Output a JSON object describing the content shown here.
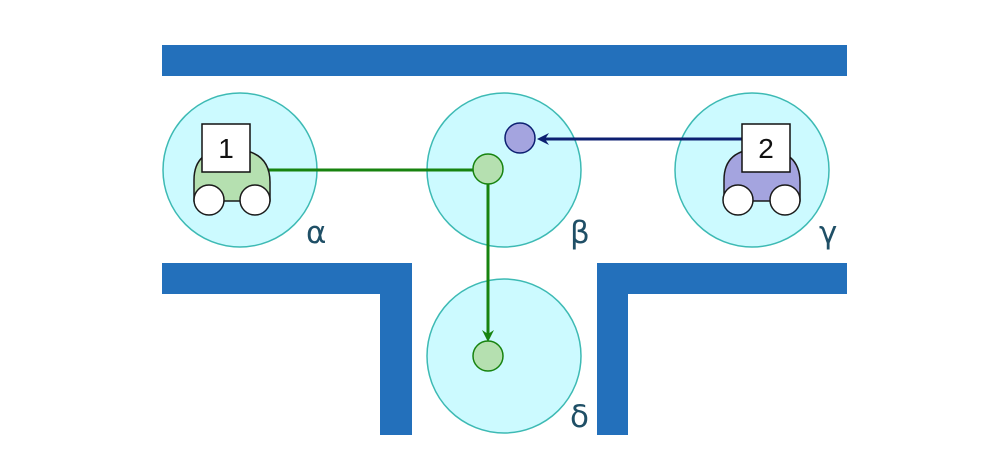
{
  "zones": [
    {
      "id": "alpha",
      "label": "α"
    },
    {
      "id": "beta",
      "label": "β"
    },
    {
      "id": "gamma",
      "label": "γ"
    },
    {
      "id": "delta",
      "label": "δ"
    }
  ],
  "vehicles": [
    {
      "id": "vehicle-1",
      "number": "1",
      "color": "#b5e0b0",
      "at_zone": "α"
    },
    {
      "id": "vehicle-2",
      "number": "2",
      "color": "#a4a4df",
      "at_zone": "γ"
    }
  ],
  "routes": [
    {
      "vehicle": "1",
      "path": [
        "α",
        "β",
        "δ"
      ],
      "color": "#17830f"
    },
    {
      "vehicle": "2",
      "path": [
        "γ",
        "β"
      ],
      "color": "#0c1f71"
    }
  ],
  "colors": {
    "wall": "#2370bb",
    "zone_fill": "#ccfaff",
    "zone_stroke": "#3dbab4",
    "route_1": "#17830f",
    "route_2": "#0c1f71"
  }
}
